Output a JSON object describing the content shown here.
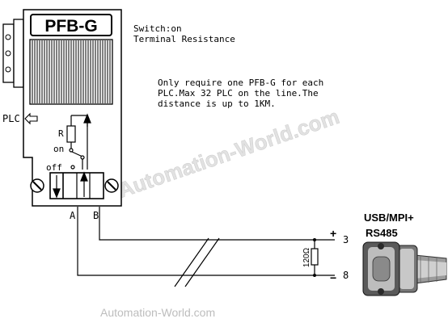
{
  "device": {
    "title": "PFB-G",
    "switch_on": "on",
    "switch_off": "off",
    "resistor_label": "R",
    "pin_a": "A",
    "pin_b": "B",
    "plc_label": "PLC"
  },
  "notes": {
    "switch_line1": "Switch:on",
    "switch_line2": "Terminal Resistance",
    "info_line1": "Only require one PFB-G for each",
    "info_line2": "PLC.Max 32 PLC on the line.The",
    "info_line3": "distance is up to 1KM."
  },
  "connector": {
    "title_line1": "USB/MPI+",
    "title_line2": "RS485",
    "pin_plus": "3",
    "pin_minus": "8",
    "sign_plus": "+",
    "sign_minus": "−",
    "resistor_value": "120Ω"
  },
  "watermarks": {
    "diagonal": "Automation-World.com",
    "bottom": "Automation-World.com"
  }
}
